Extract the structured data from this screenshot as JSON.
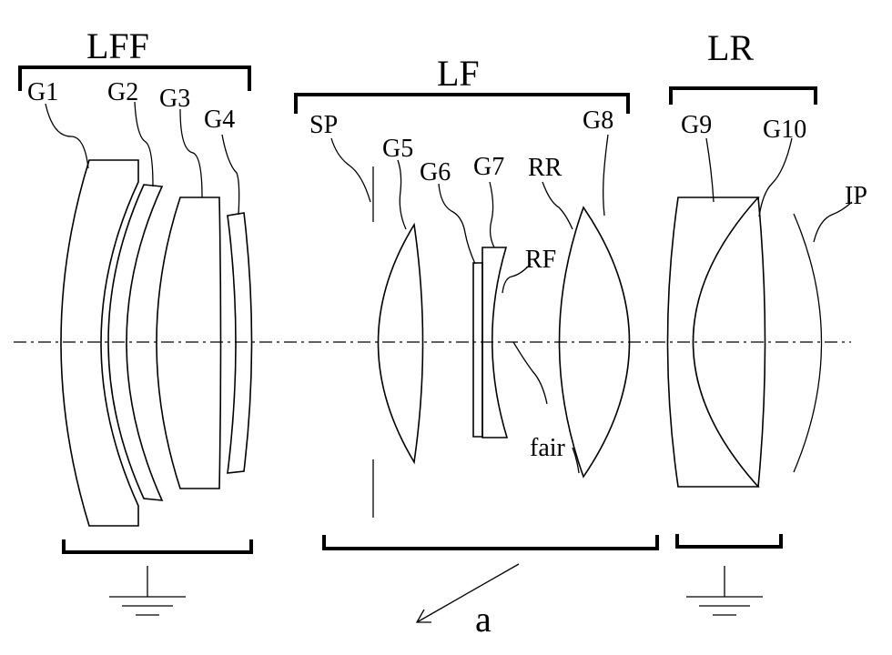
{
  "groups": {
    "lff": "LFF",
    "lf": "LF",
    "lr": "LR"
  },
  "lenses": {
    "g1": "G1",
    "g2": "G2",
    "g3": "G3",
    "g4": "G4",
    "g5": "G5",
    "g6": "G6",
    "g7": "G7",
    "g8": "G8",
    "g9": "G9",
    "g10": "G10"
  },
  "surfaces": {
    "sp": "SP",
    "rr": "RR",
    "rf": "RF",
    "fair": "fair",
    "ip": "IP"
  },
  "motion": {
    "arrow_label": "a"
  }
}
